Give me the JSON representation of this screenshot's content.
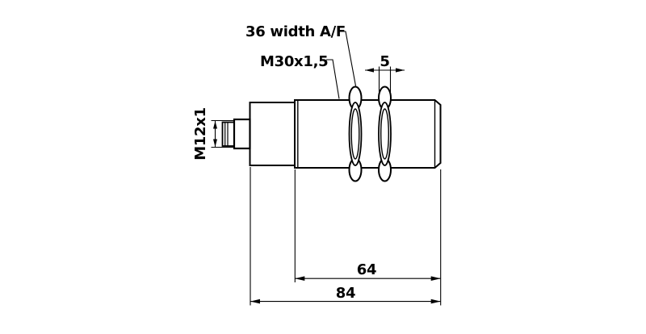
{
  "drawing": {
    "background": "#ffffff",
    "line_color": "#000000",
    "labels": {
      "hex_width": "36 width A/F",
      "barrel_thread": "M30x1,5",
      "connector_thread": "M12x1"
    },
    "dimensions": {
      "nut_thickness": "5",
      "barrel_length": "64",
      "overall_length": "84"
    }
  }
}
